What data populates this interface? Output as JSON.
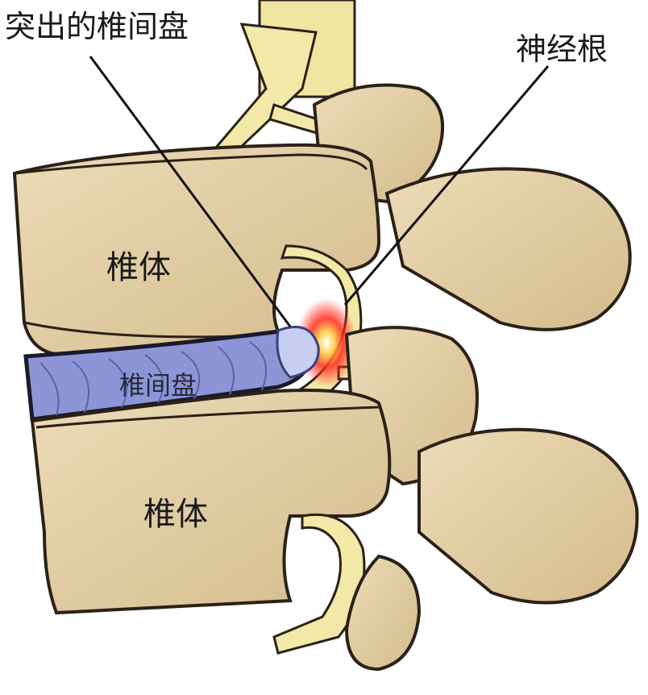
{
  "labels": {
    "herniated_disc": "突出的椎间盘",
    "nerve_root": "神经根",
    "vertebral_body_upper": "椎体",
    "intervertebral_disc": "椎间盘",
    "vertebral_body_lower": "椎体"
  },
  "colors": {
    "bone": "#e3cfa6",
    "bone_shadow": "#c9ad7d",
    "outline": "#2b2117",
    "disc": "#8d95d6",
    "disc_lines": "#5b63a8",
    "nerve": "#f2e9a8",
    "inflammation": "#ff2a1a",
    "leader_line": "#111111"
  }
}
